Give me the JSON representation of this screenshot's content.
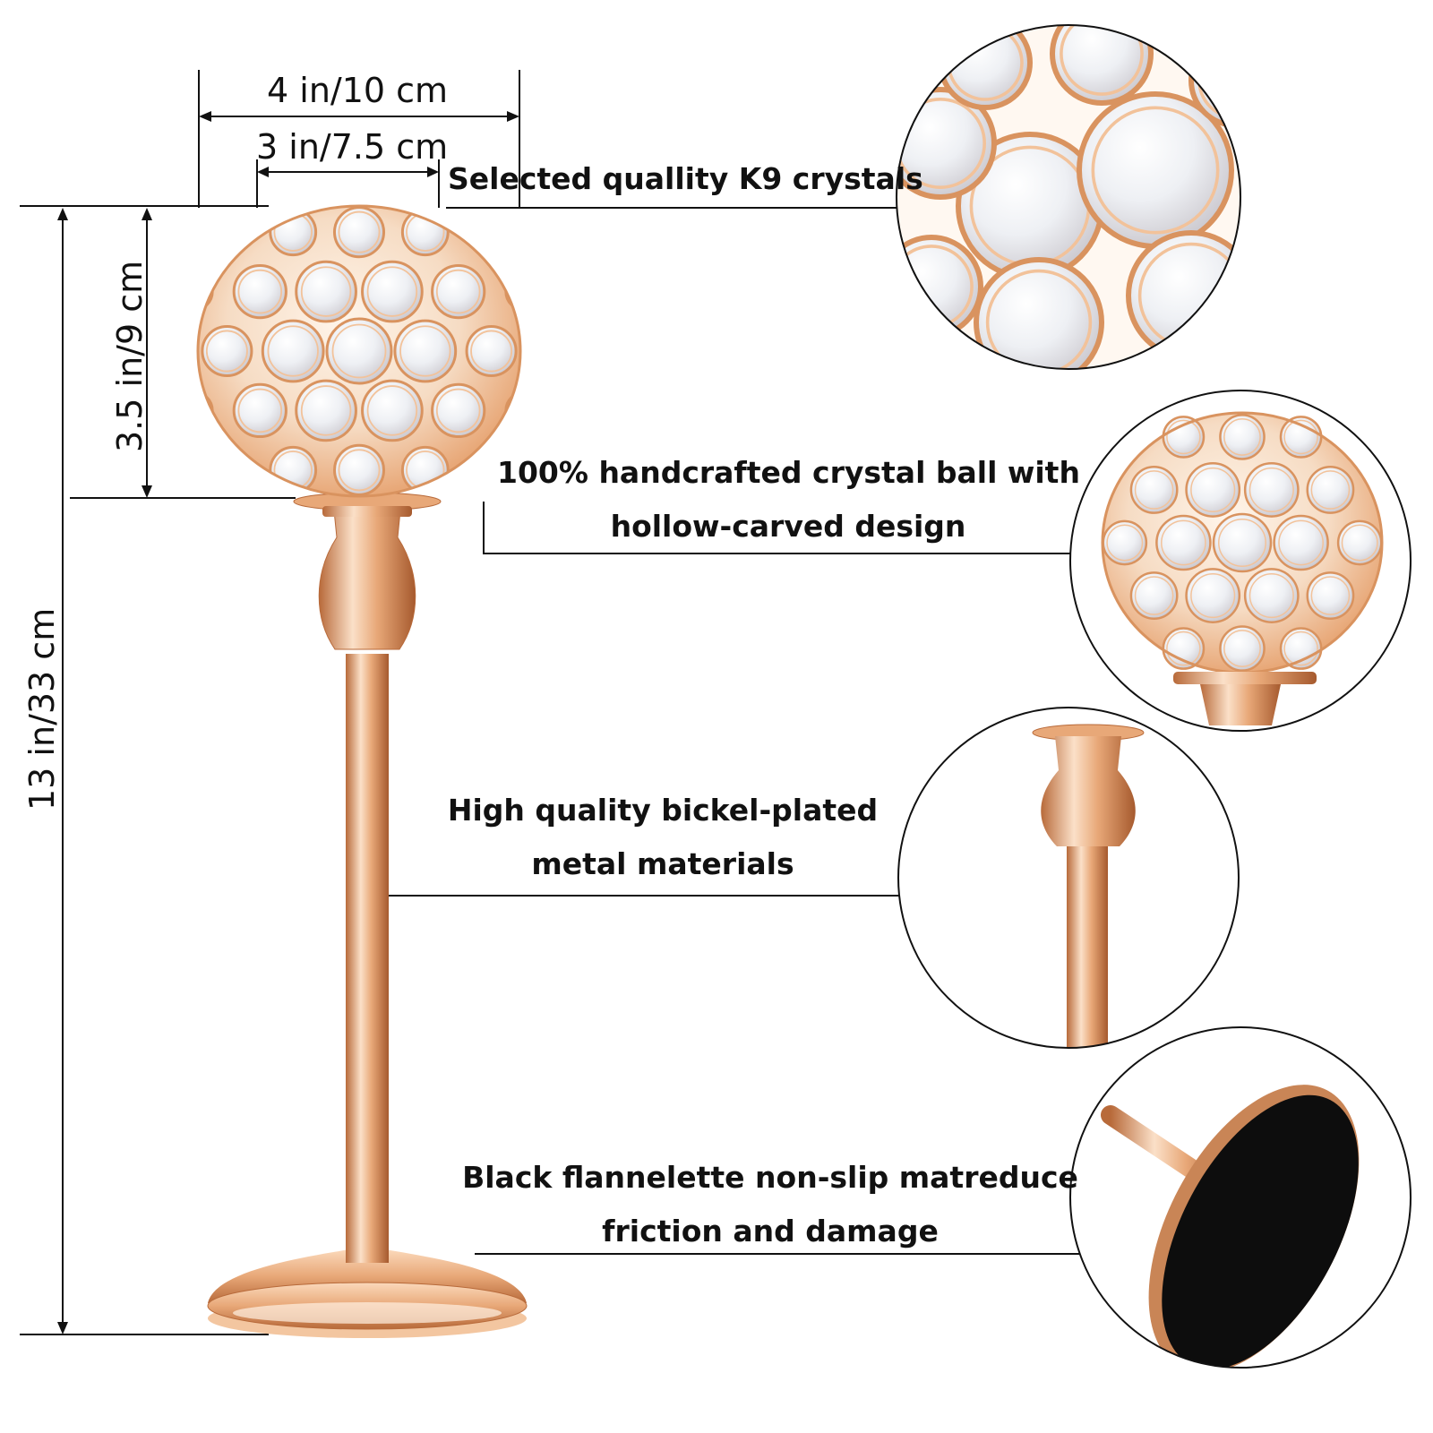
{
  "dimensions": {
    "outer_width": "4 in/10 cm",
    "inner_width": "3 in/7.5 cm",
    "bowl_height": "3.5 in/9 cm",
    "total_height": "13 in/33 cm"
  },
  "features": [
    {
      "line1": "Selected quallity K9 crystals",
      "line2": ""
    },
    {
      "line1": "100% handcrafted crystal ball with",
      "line2": "hollow-carved design"
    },
    {
      "line1": "High quality bickel-plated",
      "line2": "metal materials"
    },
    {
      "line1": "Black flannelette non-slip matreduce",
      "line2": "friction and damage"
    }
  ],
  "colors": {
    "gold": "#e8a878",
    "gold_dark": "#b86a3a",
    "gold_light": "#fbe0c8",
    "ink": "#111111",
    "felt": "#0d0d0d"
  }
}
